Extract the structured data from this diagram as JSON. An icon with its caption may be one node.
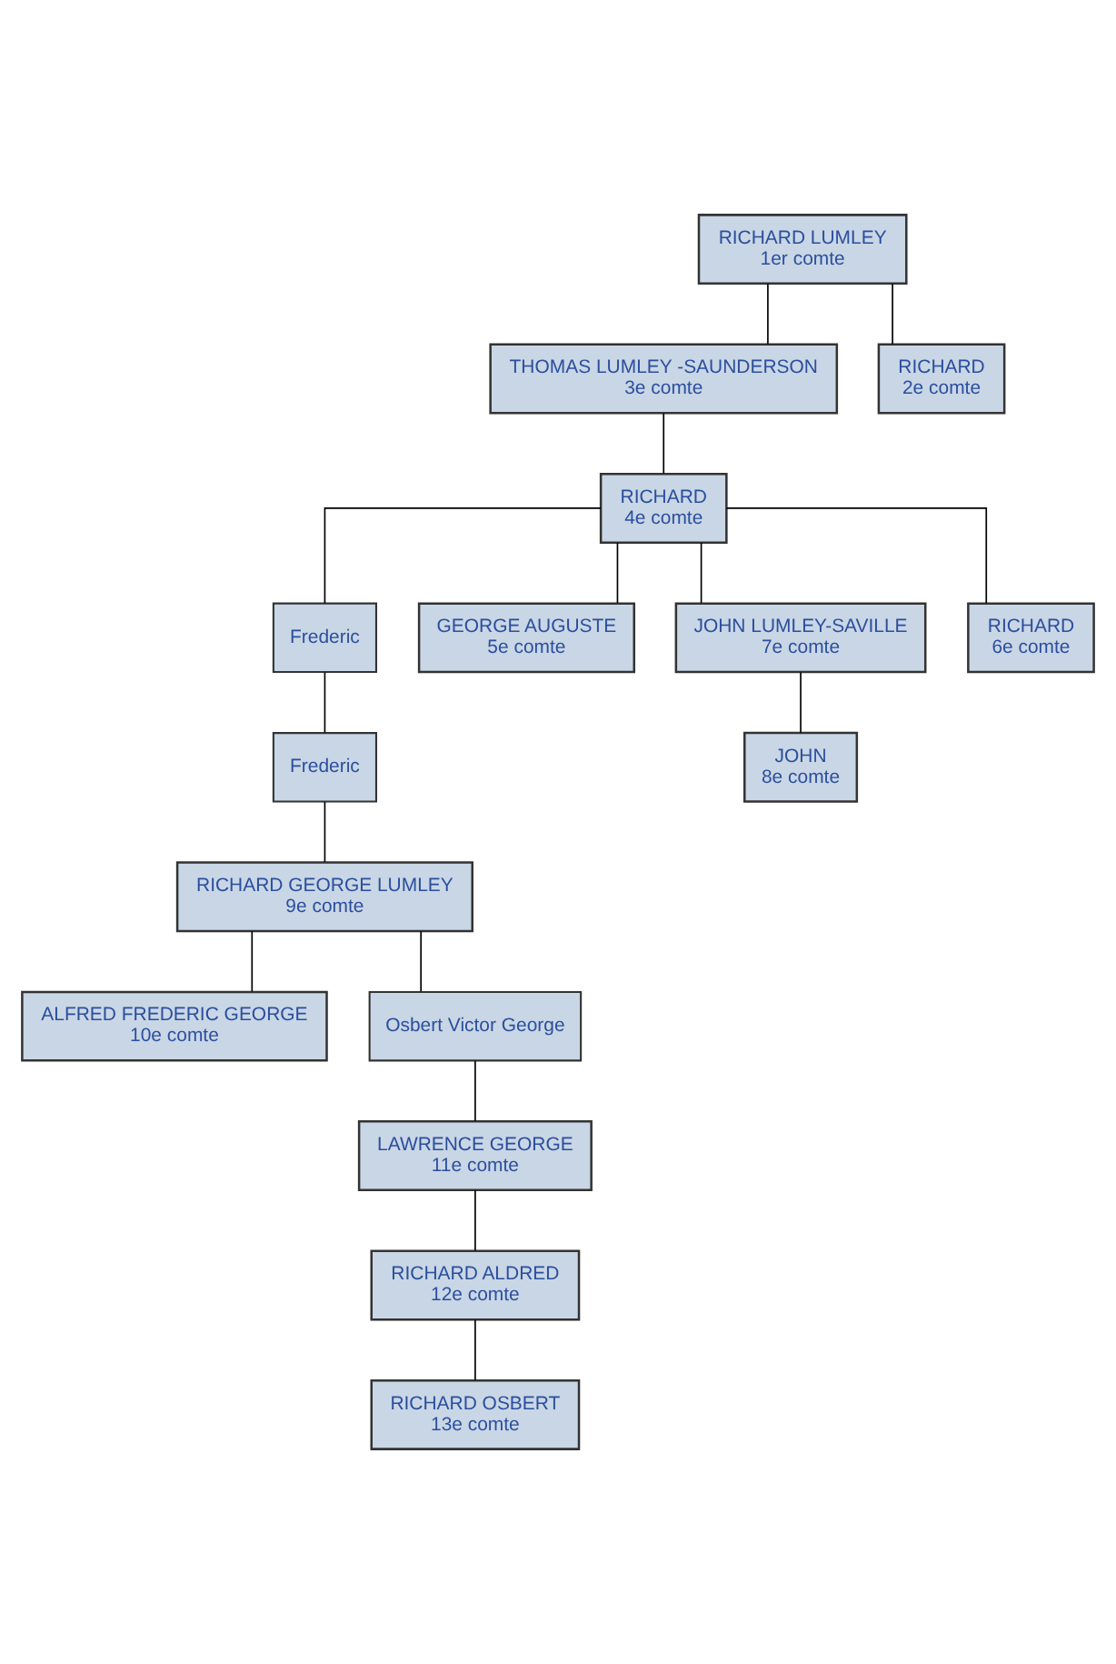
{
  "diagram": {
    "nodes": [
      {
        "text": [
          "RICHARD LUMLEY",
          "1er comte"
        ]
      },
      {
        "text": [
          "THOMAS LUMLEY -SAUNDERSON",
          "3e comte"
        ]
      },
      {
        "text": [
          "RICHARD",
          "2e comte"
        ]
      },
      {
        "text": [
          "RICHARD",
          "4e comte"
        ]
      },
      {
        "text": [
          "Frederic"
        ]
      },
      {
        "text": [
          "GEORGE AUGUSTE",
          "5e comte"
        ]
      },
      {
        "text": [
          "JOHN LUMLEY-SAVILLE",
          "7e comte"
        ]
      },
      {
        "text": [
          "RICHARD",
          "6e comte"
        ]
      },
      {
        "text": [
          "JOHN",
          "8e comte"
        ]
      },
      {
        "text": [
          "Frederic"
        ]
      },
      {
        "text": [
          "RICHARD GEORGE LUMLEY",
          "9e comte"
        ]
      },
      {
        "text": [
          "ALFRED FREDERIC GEORGE",
          "10e comte"
        ]
      },
      {
        "text": [
          "Osbert Victor George"
        ]
      },
      {
        "text": [
          "LAWRENCE GEORGE",
          "11e comte"
        ]
      },
      {
        "text": [
          "RICHARD ALDRED",
          "12e comte"
        ]
      },
      {
        "text": [
          "RICHARD OSBERT",
          "13e comte"
        ]
      }
    ],
    "edges": [
      {
        "from": 0,
        "to": 1,
        "arrow": "none"
      },
      {
        "from": 0,
        "to": 2,
        "arrow": "none"
      },
      {
        "from": 1,
        "to": 3,
        "arrow": "none"
      },
      {
        "from": 3,
        "to": 4,
        "arrow": "none"
      },
      {
        "from": 3,
        "to": 5,
        "arrow": "none"
      },
      {
        "from": 3,
        "to": 6,
        "arrow": "none"
      },
      {
        "from": 3,
        "to": 7,
        "arrow": "none"
      },
      {
        "from": 6,
        "to": 8,
        "arrow": "none"
      },
      {
        "from": 4,
        "to": 9,
        "arrow": "none"
      },
      {
        "from": 9,
        "to": 10,
        "arrow": "none"
      },
      {
        "from": 10,
        "to": 11,
        "arrow": "none"
      },
      {
        "from": 10,
        "to": 12,
        "arrow": "none"
      },
      {
        "from": 12,
        "to": 13,
        "arrow": "none"
      },
      {
        "from": 13,
        "to": 14,
        "arrow": "none"
      },
      {
        "from": 14,
        "to": 15,
        "arrow": "none"
      }
    ]
  }
}
